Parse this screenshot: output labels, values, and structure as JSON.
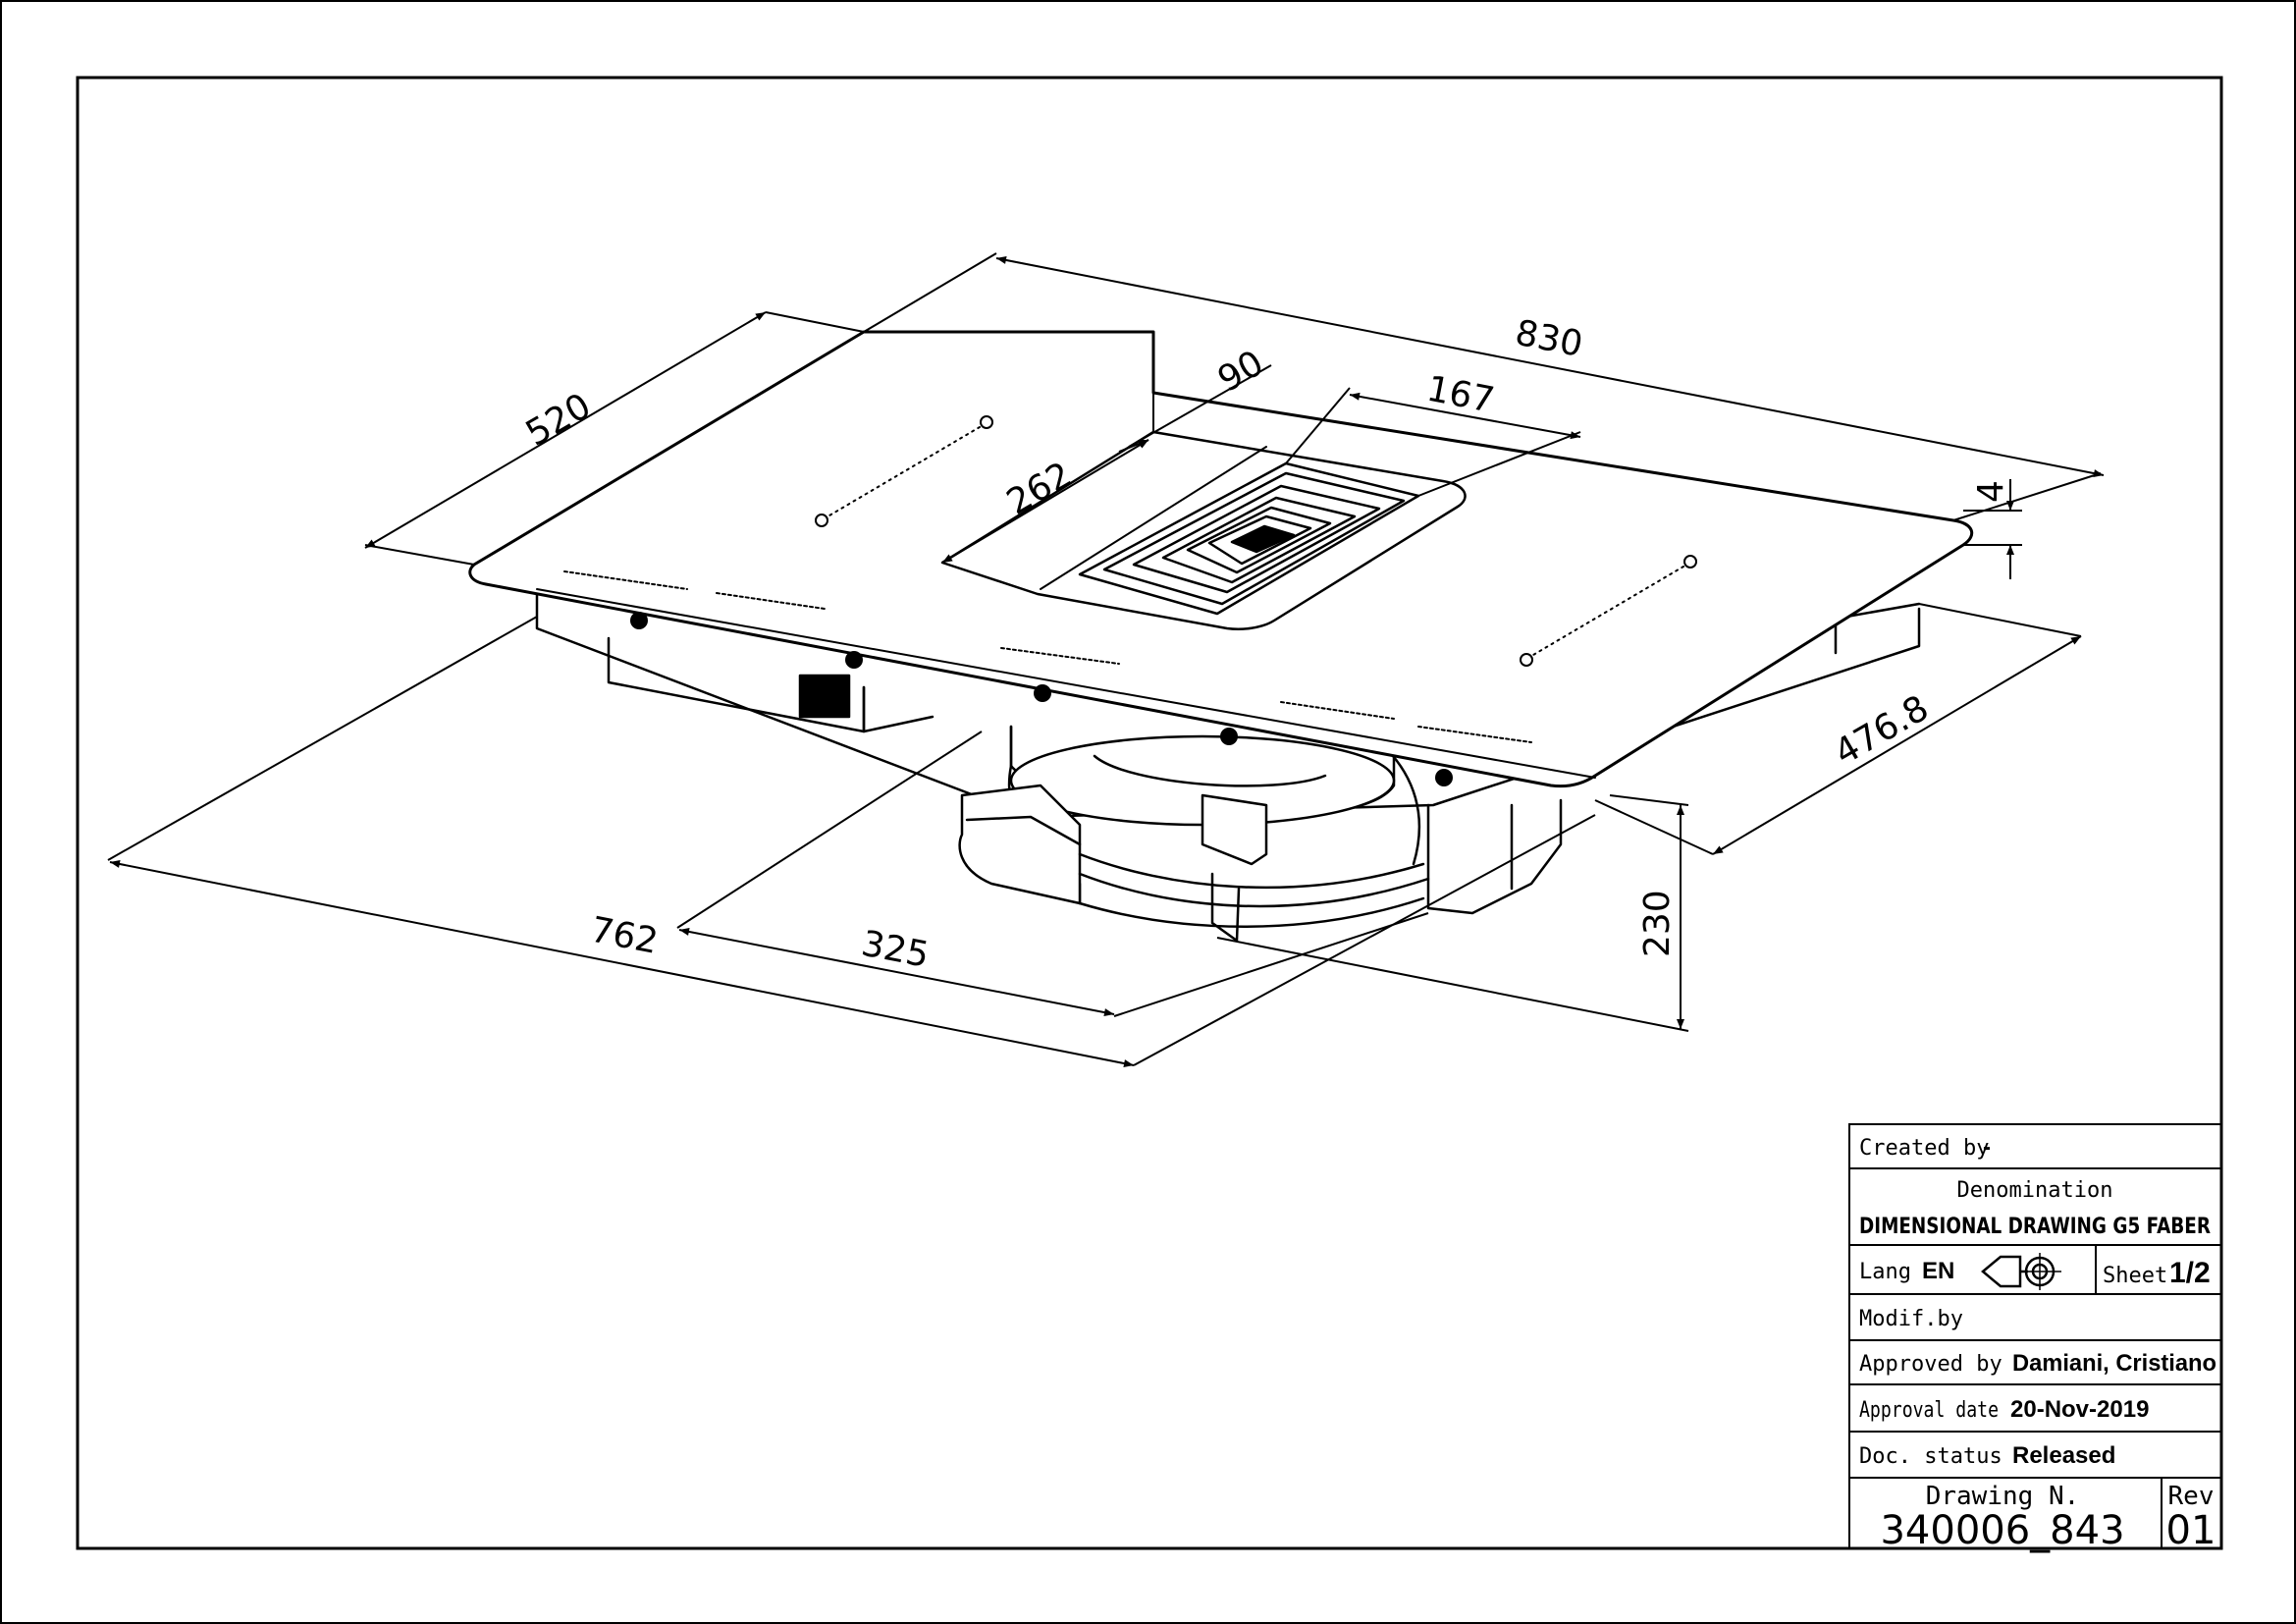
{
  "dimensions": {
    "width_total": "830",
    "depth_total": "520",
    "hood_width": "90",
    "vent_width": "167",
    "vent_offset": "262",
    "glass_thickness": "4",
    "cutout_depth": "476.8",
    "cutout_width": "762",
    "motor_depth": "325",
    "height": "230"
  },
  "title_block": {
    "created_by_label": "Created by",
    "created_by_value": "-",
    "denomination_label": "Denomination",
    "denomination_value": "DIMENSIONAL DRAWING G5 FABER",
    "lang_label": "Lang",
    "lang_value": "EN",
    "projection_icon": "first-angle-projection-icon",
    "sheet_label": "Sheet",
    "sheet_value": "1/2",
    "modif_label": "Modif.by",
    "approved_by_label": "Approved by",
    "approved_by_value": "Damiani, Cristiano",
    "approval_date_label": "Approval date",
    "approval_date_value": "20-Nov-2019",
    "doc_status_label": "Doc. status",
    "doc_status_value": "Released",
    "drawing_no_label": "Drawing N.",
    "drawing_no_value": "340006_843",
    "rev_label": "Rev",
    "rev_value": "01"
  }
}
